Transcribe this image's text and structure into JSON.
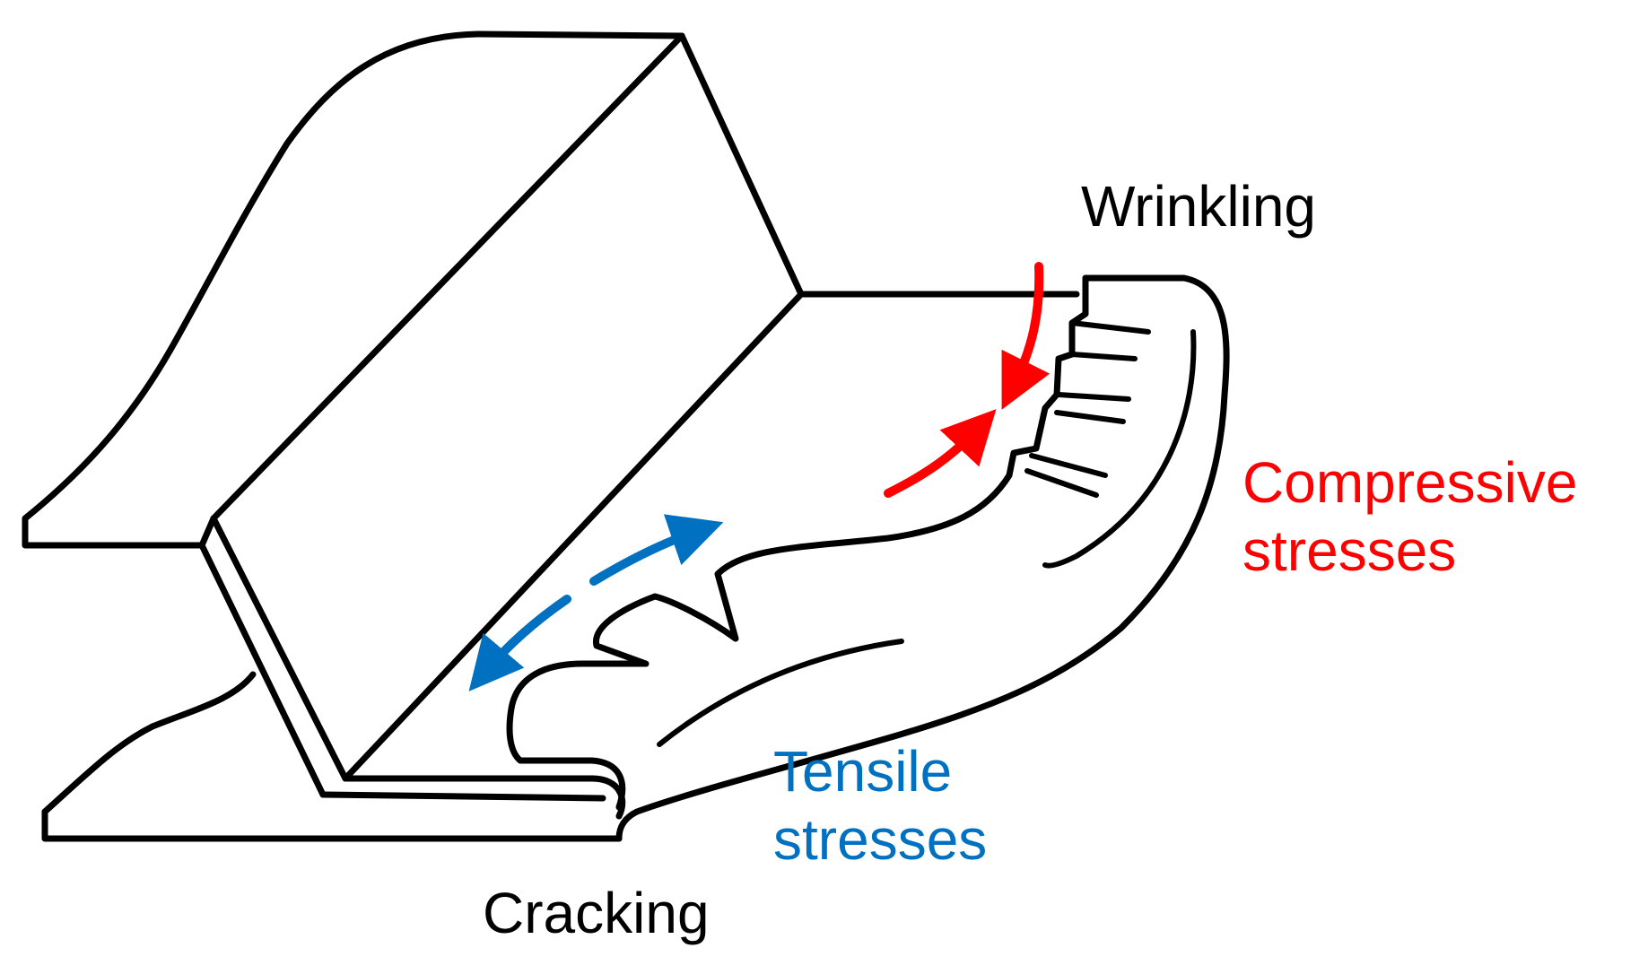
{
  "labels": {
    "wrinkling": "Wrinkling",
    "compressive_line1": "Compressive",
    "compressive_line2": "stresses",
    "tensile_line1": "Tensile",
    "tensile_line2": "stresses",
    "cracking": "Cracking"
  },
  "colors": {
    "outline": "#000000",
    "compressive": "#ff0000",
    "tensile": "#0070c0",
    "default_text": "#000000"
  }
}
